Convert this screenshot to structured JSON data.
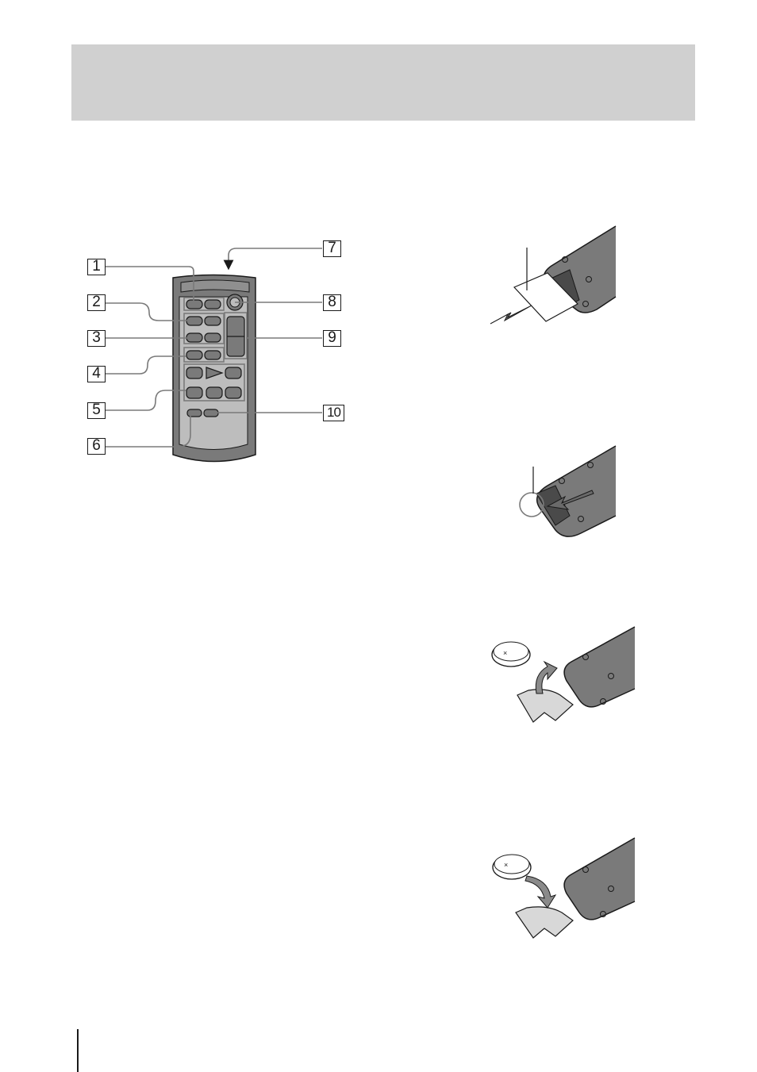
{
  "header": {
    "title": ""
  },
  "remote_callouts": [
    "1",
    "2",
    "3",
    "4",
    "5",
    "6",
    "7",
    "8",
    "9",
    "10"
  ],
  "colors": {
    "header_band": "#d0d0d0",
    "line_art": "#1a1a1a",
    "device_fill": "#7a7a7a",
    "body_fill": "#bdbdbd"
  }
}
